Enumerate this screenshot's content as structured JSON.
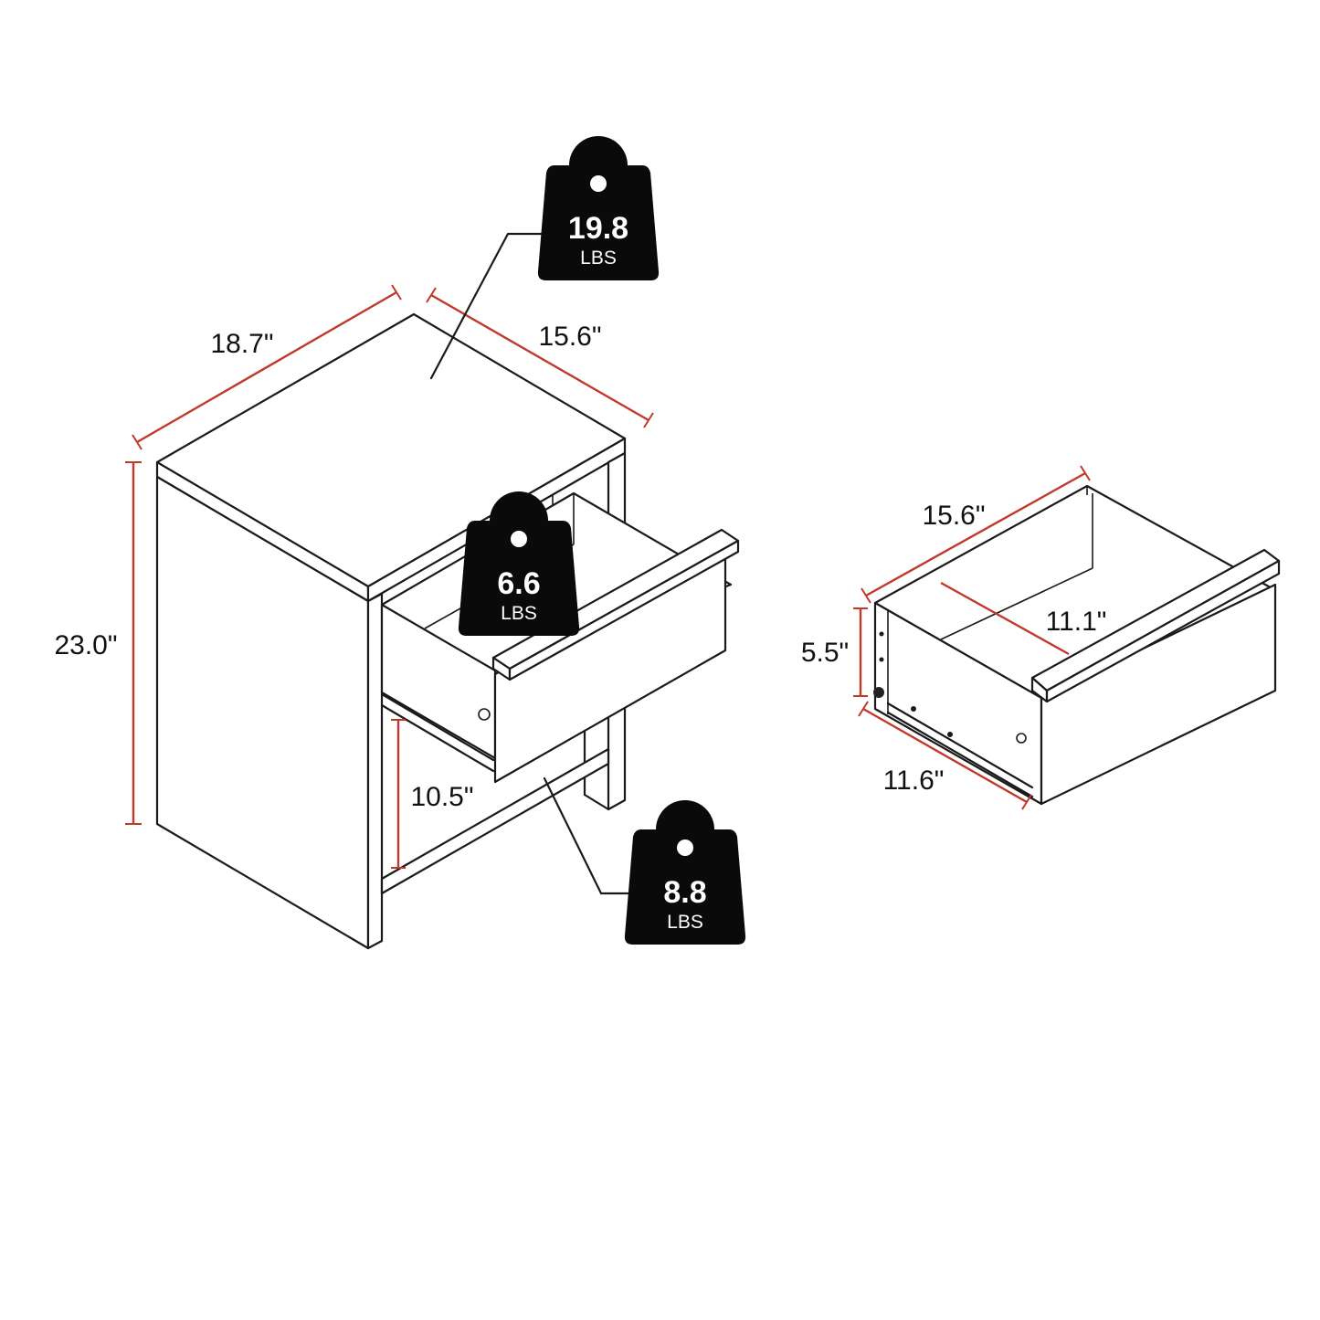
{
  "colors": {
    "dimension_line": "#c0392b",
    "outline": "#1a1a1a",
    "weight_badge": "#0a0a0a"
  },
  "dimensions": {
    "nightstand_width": "18.7\"",
    "nightstand_depth": "15.6\"",
    "nightstand_height": "23.0\"",
    "shelf_height": "10.5\"",
    "drawer_length": "15.6\"",
    "drawer_inner_length": "11.1\"",
    "drawer_height": "5.5\"",
    "drawer_width": "11.6\""
  },
  "weights": {
    "top": {
      "value": "19.8",
      "unit": "LBS"
    },
    "drawer": {
      "value": "6.6",
      "unit": "LBS"
    },
    "shelf": {
      "value": "8.8",
      "unit": "LBS"
    }
  }
}
